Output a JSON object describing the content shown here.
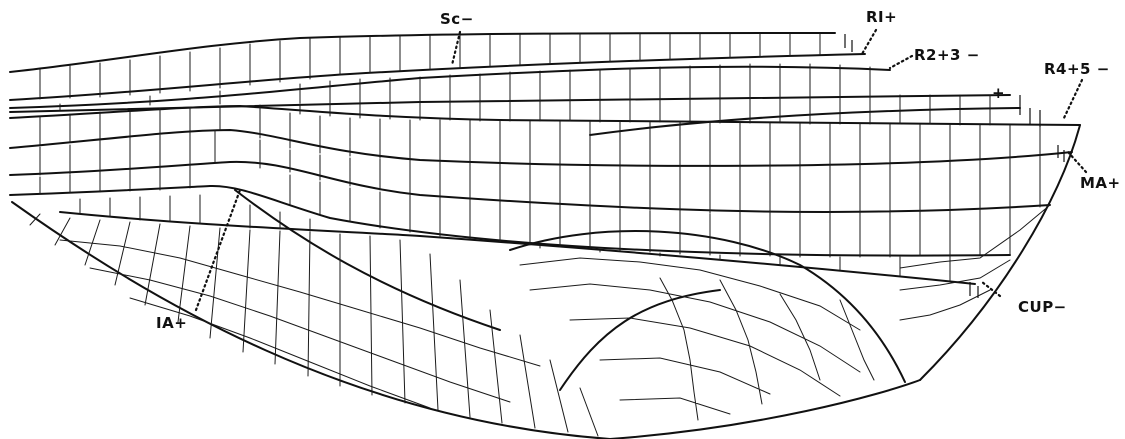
{
  "figure": {
    "labels": {
      "sc": "Sc−",
      "r1": "RI+",
      "r23": "R2+3 −",
      "plus": "+",
      "r45": "R4+5 −",
      "ma": "MA+",
      "cup": "CUP−",
      "ia": "IA+"
    },
    "colors": {
      "background": "#ffffff",
      "ink": "#111111"
    }
  }
}
